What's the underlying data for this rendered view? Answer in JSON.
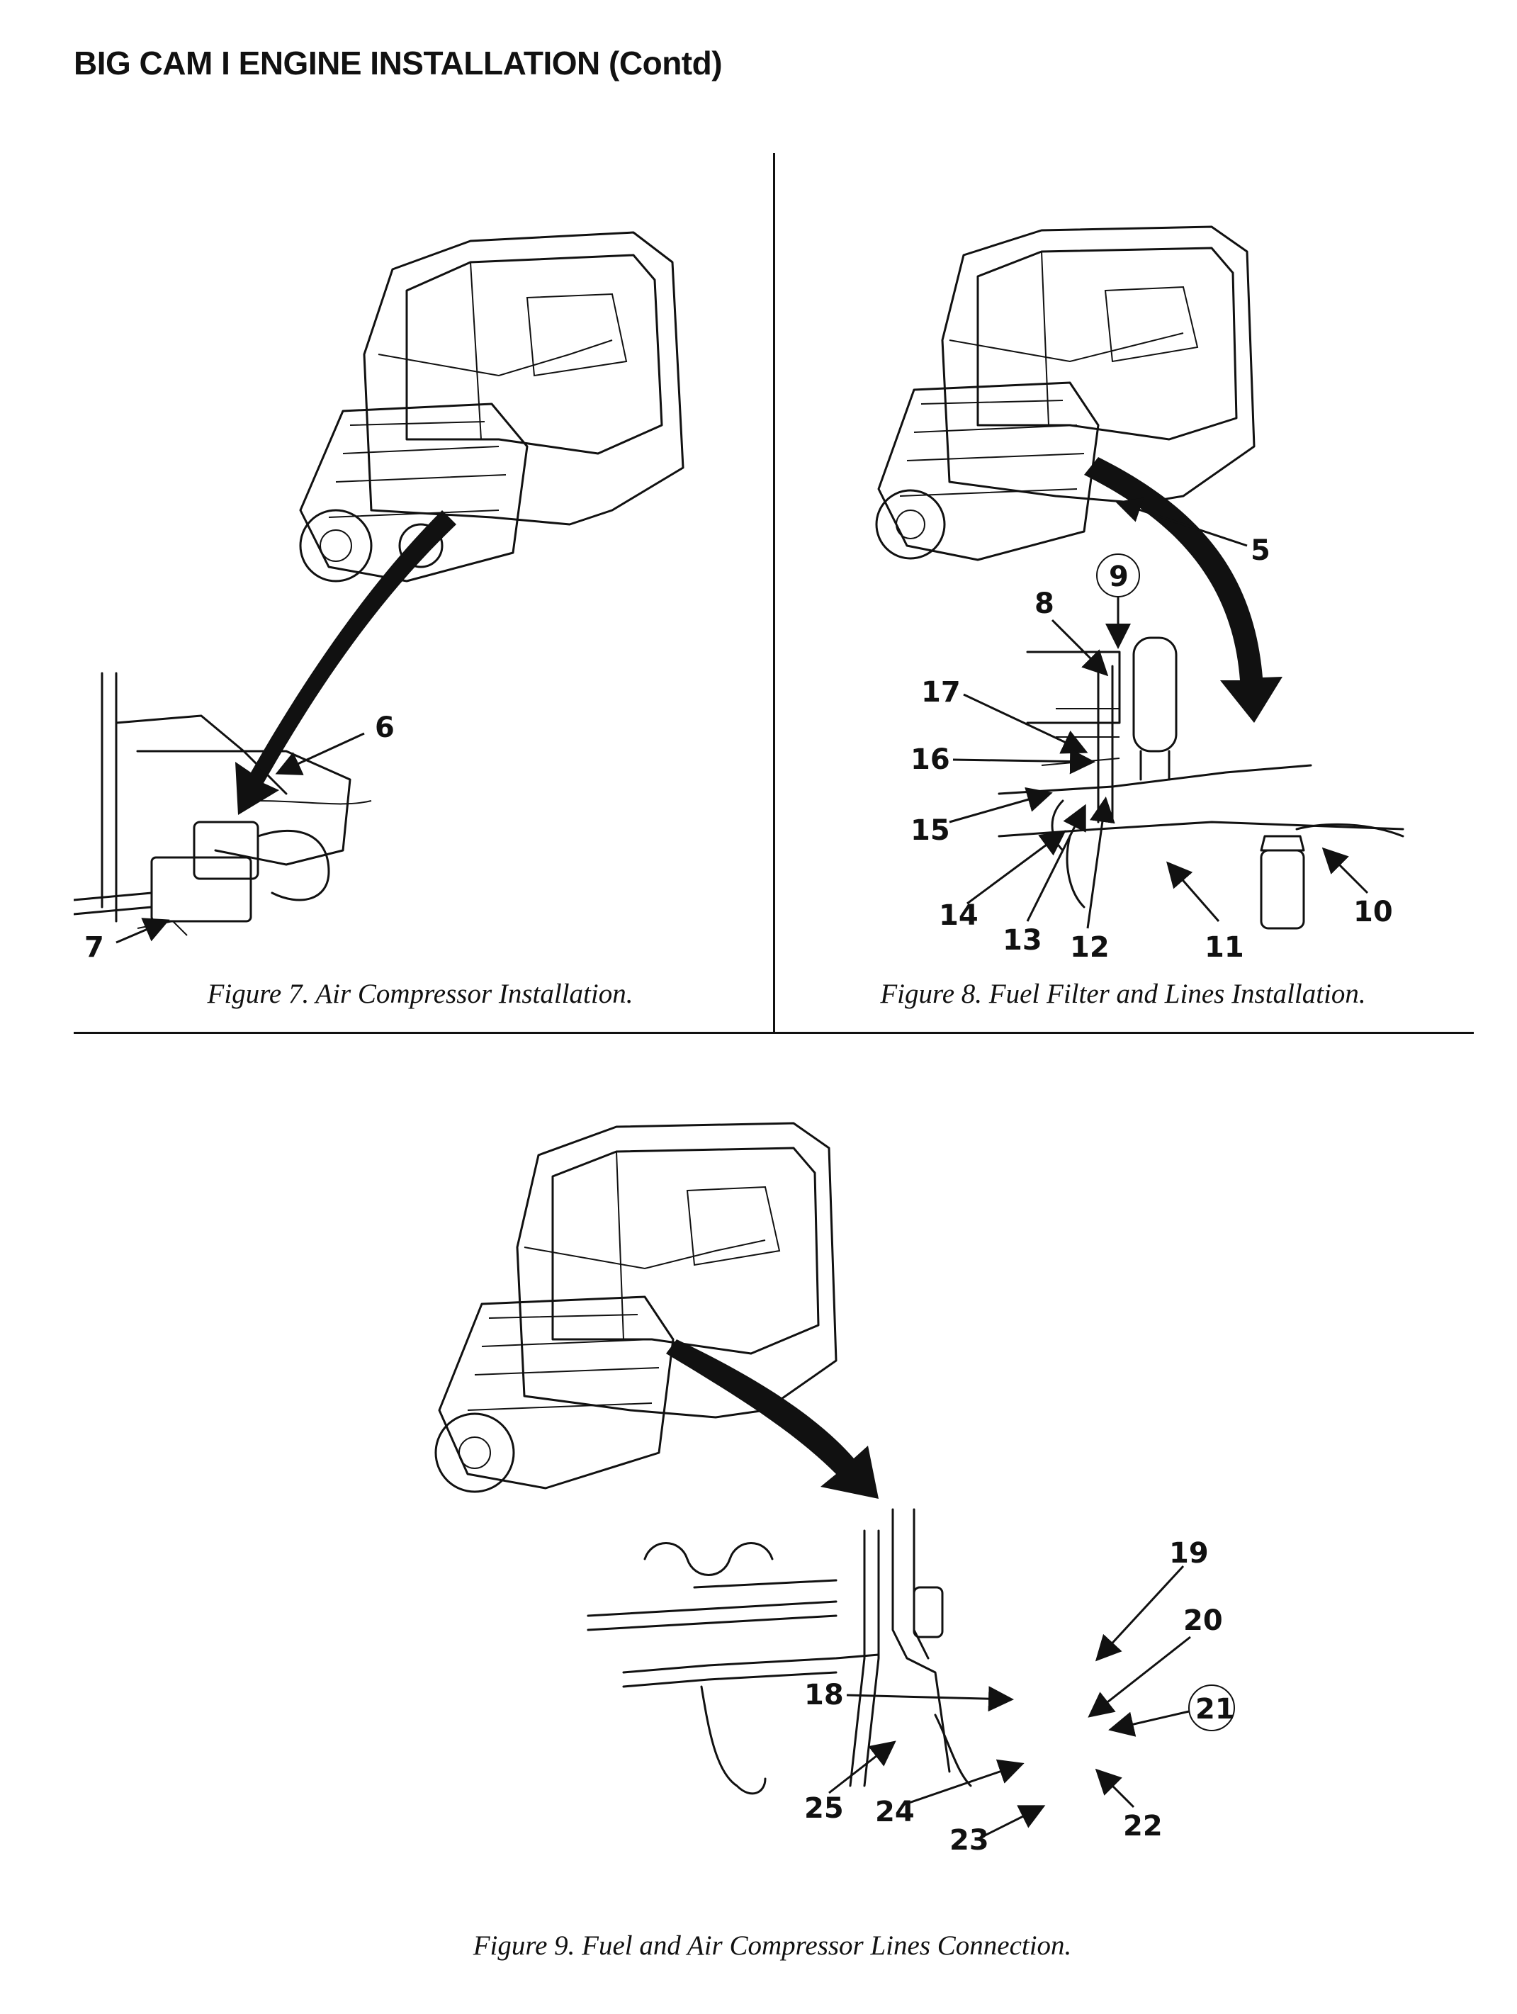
{
  "page_title": "BIG CAM I ENGINE INSTALLATION (Contd)",
  "figures": [
    {
      "caption": "Figure 7.  Air Compressor Installation.",
      "callouts": [
        "6",
        "7"
      ]
    },
    {
      "caption": "Figure 8.  Fuel Filter and Lines Installation.",
      "callouts": [
        "5",
        "9",
        "8",
        "17",
        "16",
        "15",
        "14",
        "13",
        "12",
        "11",
        "10"
      ]
    },
    {
      "caption": "Figure 9.  Fuel and Air Compressor Lines Connection.",
      "callouts": [
        "19",
        "20",
        "21",
        "18",
        "25",
        "24",
        "23",
        "22"
      ]
    }
  ]
}
